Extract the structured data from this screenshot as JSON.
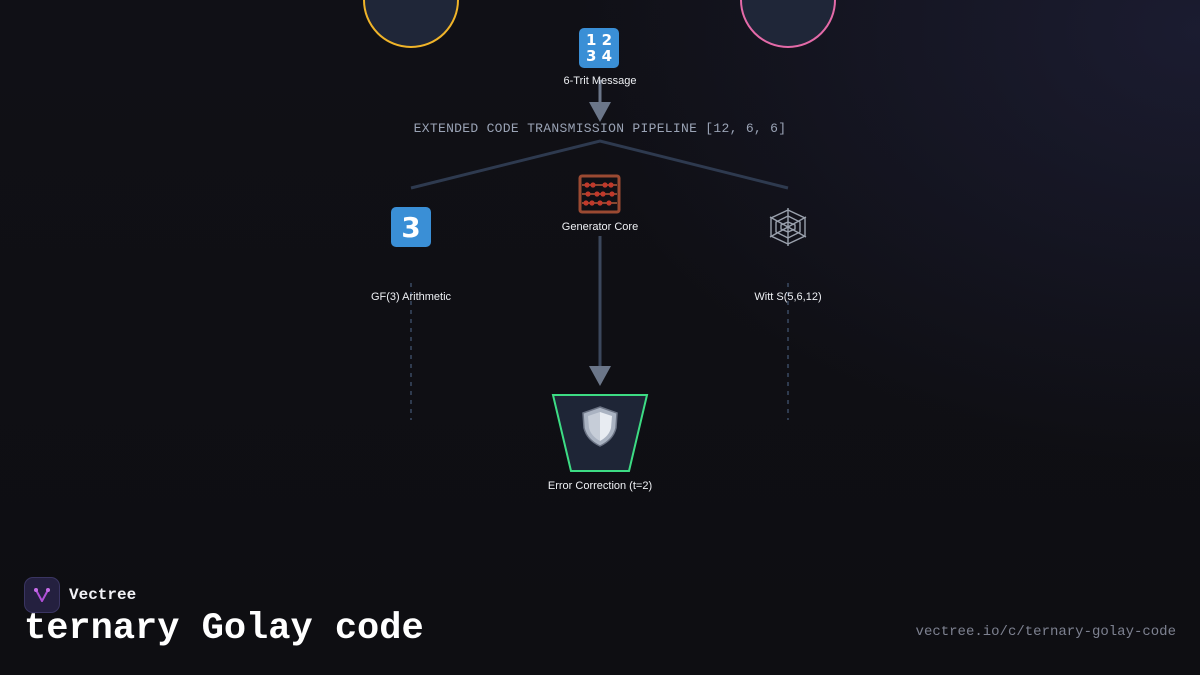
{
  "diagram": {
    "pipeline_title": "EXTENDED CODE TRANSMISSION PIPELINE [12, 6, 6]",
    "nodes": {
      "message": {
        "label": "6-Trit Message",
        "icon": "input-numbers-icon",
        "glyph": "1 2\n3 4"
      },
      "generator": {
        "label": "Generator Core",
        "icon": "abacus-icon"
      },
      "gf3": {
        "label": "GF(3) Arithmetic",
        "icon": "keycap-three-icon",
        "glyph": "3"
      },
      "witt": {
        "label": "Witt S(5,6,12)",
        "icon": "spider-web-icon"
      },
      "correction": {
        "label": "Error Correction (t=2)",
        "icon": "shield-icon"
      }
    },
    "colors": {
      "circle_left": "#f0b429",
      "circle_right": "#e46aa8",
      "decoder_border": "#3ddc84",
      "node_fill": "#1e2536",
      "connector": "#2e3a4f",
      "arrow": "#6b7689"
    }
  },
  "branding": {
    "name": "Vectree",
    "title": "ternary Golay code",
    "url": "vectree.io/c/ternary-golay-code"
  }
}
